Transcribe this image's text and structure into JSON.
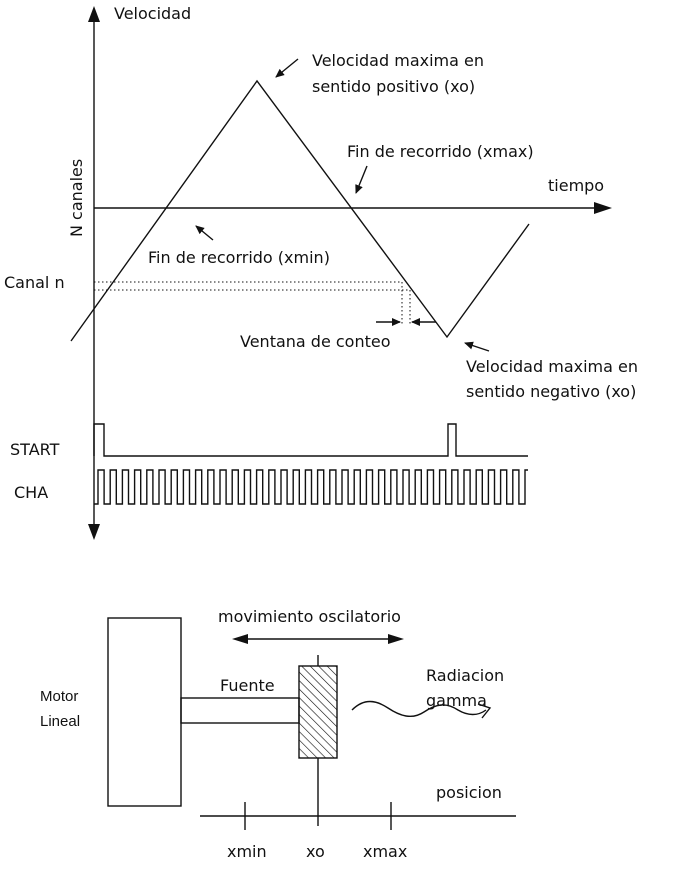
{
  "timing_diagram": {
    "y_axis_label": "Velocidad",
    "channels_axis_label": "N canales",
    "x_axis_label": "tiempo",
    "channel_label": "Canal n",
    "annotations": {
      "max_positive": [
        "Velocidad maxima en",
        "sentido positivo (xo)"
      ],
      "end_xmax": "Fin de recorrido (xmax)",
      "end_xmin": "Fin de recorrido (xmin)",
      "count_window": "Ventana de conteo",
      "max_negative": [
        "Velocidad maxima en",
        "sentido negativo (xo)"
      ]
    },
    "signals": {
      "start_label": "START",
      "cha_label": "CHA"
    }
  },
  "setup_diagram": {
    "motion_label": "movimiento oscilatorio",
    "motor_label": [
      "Motor",
      "Lineal"
    ],
    "source_label": "Fuente",
    "radiation_label": [
      "Radiacion",
      "gamma"
    ],
    "position_axis_label": "posicion",
    "ticks": [
      "xmin",
      "xo",
      "xmax"
    ]
  }
}
